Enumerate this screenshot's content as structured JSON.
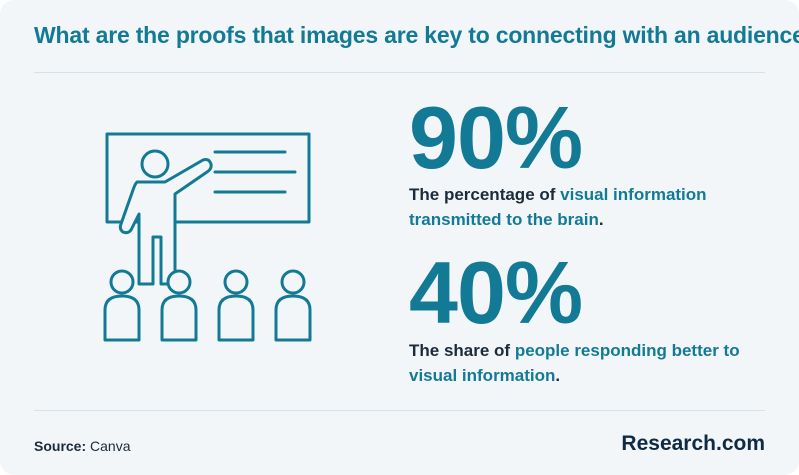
{
  "title": "What are the proofs that images are key to connecting with an audience?",
  "stats": [
    {
      "value": "90%",
      "prefix": "The percentage of ",
      "highlight": "visual information transmitted to the brain",
      "suffix": "."
    },
    {
      "value": "40%",
      "prefix": "The share of ",
      "highlight": "people responding better to visual information",
      "suffix": "."
    }
  ],
  "source": {
    "label": "Source:",
    "value": "Canva"
  },
  "brand": "Research.com",
  "illustration": {
    "icon": "presentation-audience-icon"
  },
  "colors": {
    "accent": "#137a95",
    "text": "#1c2b3a",
    "background": "#f3f6f9",
    "brand": "#0f2a44"
  }
}
